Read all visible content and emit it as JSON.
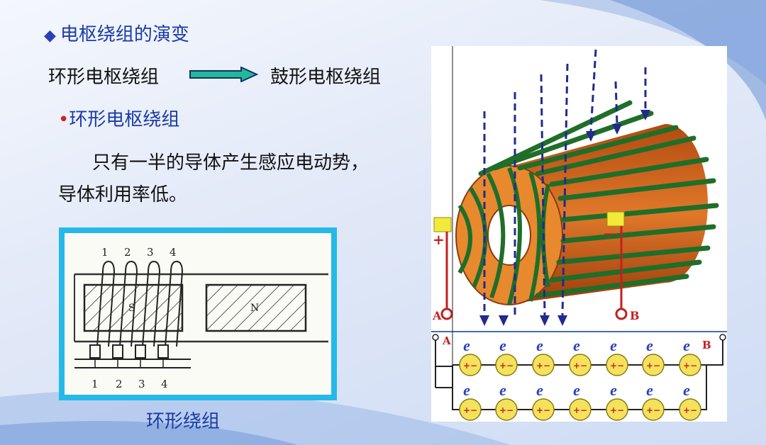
{
  "slide": {
    "heading": "电枢绕组的演变",
    "evolution": {
      "from": "环形电枢绕组",
      "to": "鼓形电枢绕组"
    },
    "sub_heading": "环形电枢绕组",
    "paragraph_line1": "只有一半的导体产生感应电动势，",
    "paragraph_line2": "导体利用率低。",
    "diagram_left": {
      "caption": "环形绕组",
      "top_numbers": [
        "1",
        "2",
        "3",
        "4"
      ],
      "bottom_numbers": [
        "1",
        "2",
        "3",
        "4"
      ],
      "pole_s": "S",
      "pole_n": "N"
    },
    "diagram_right": {
      "plus": "+",
      "minus": "−",
      "terminal_a": "A",
      "terminal_b": "B",
      "emf_symbol": "e",
      "cell_symbol": "+−"
    }
  },
  "colors": {
    "heading": "#1a3aa6",
    "frame": "#26b9e8",
    "winding": "#1f6e2a",
    "core": "#d8701c",
    "arrow": "#232a8c",
    "cell": "#f4e25c"
  }
}
